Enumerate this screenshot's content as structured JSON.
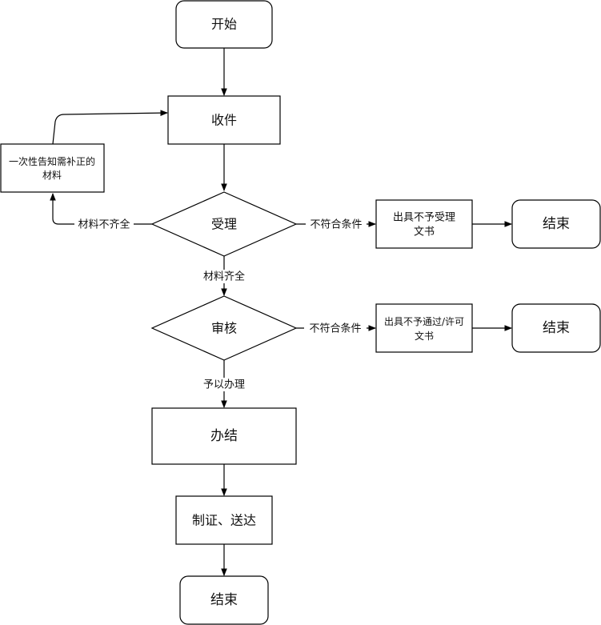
{
  "nodes": {
    "start": "开始",
    "receive": "收件",
    "accept": "受理",
    "notify_correction_line1": "一次性告知需补正的",
    "notify_correction_line2": "材料",
    "reject_accept_line1": "出具不予受理",
    "reject_accept_line2": "文书",
    "end_reject_accept": "结束",
    "review": "审核",
    "reject_review_line1": "出具不予通过/许可",
    "reject_review_line2": "文书",
    "end_reject_review": "结束",
    "complete": "办结",
    "issue_deliver": "制证、送达",
    "end_final": "结束"
  },
  "edges": {
    "incomplete_materials": "材料不齐全",
    "accept_not_qualified": "不符合条件",
    "complete_materials": "材料齐全",
    "review_not_qualified": "不符合条件",
    "approve_handle": "予以办理"
  }
}
